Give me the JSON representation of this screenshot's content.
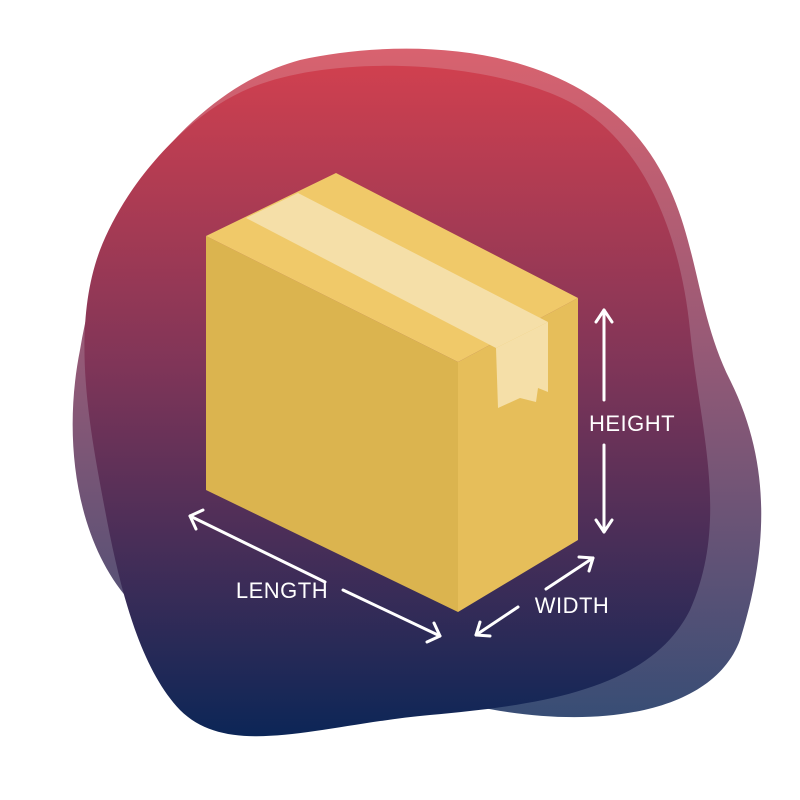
{
  "labels": {
    "length": "LENGTH",
    "width": "WIDTH",
    "height": "HEIGHT"
  },
  "colors": {
    "blob_top": "#d0404f",
    "blob_bottom": "#0c2657",
    "box_front": "#dbb44f",
    "box_side": "#e6be5a",
    "box_top": "#f0c969",
    "tape": "#f5dfa8",
    "arrows": "#ffffff"
  },
  "icons": {
    "box": "cardboard-box-icon",
    "arrow": "double-headed-arrow-icon"
  }
}
